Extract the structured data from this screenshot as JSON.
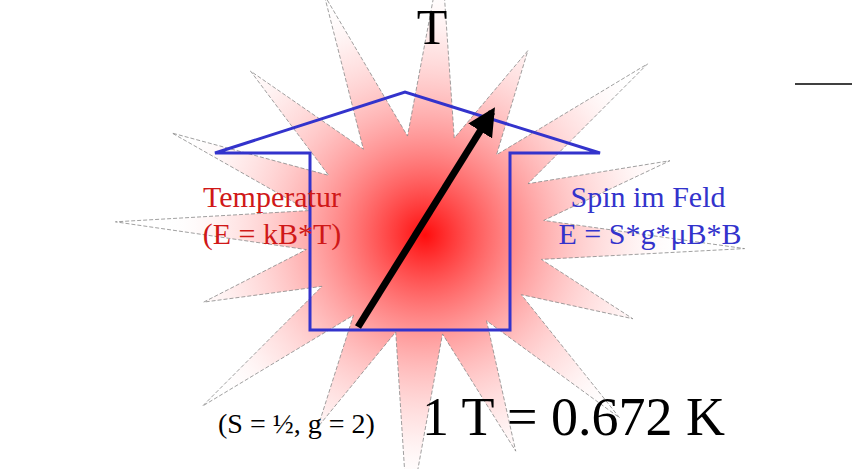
{
  "diagram": {
    "labels": [
      "T",
      "Temperatur",
      "(E = kB*T)",
      "Spin im Feld",
      "E = S*g*μB*B",
      "(S = ½, g = 2)",
      "1 T = 0.672 K"
    ]
  }
}
